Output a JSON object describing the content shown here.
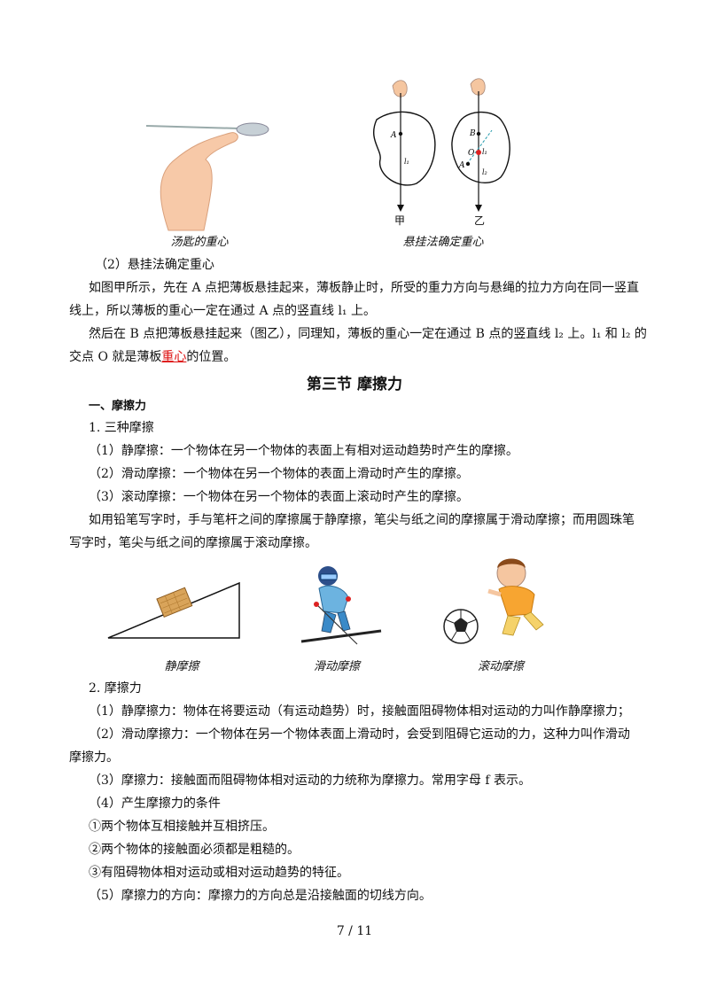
{
  "figures_top": {
    "spoon_caption": "汤匙的重心",
    "hang_caption": "悬挂法确定重心",
    "label_jia": "甲",
    "label_yi": "乙",
    "pt_A": "A",
    "pt_B": "B",
    "pt_O": "O",
    "l1": "l₁",
    "l2": "l₂"
  },
  "section_top": {
    "sub2": "（2）悬挂法确定重心",
    "p1_line1": "如图甲所示，先在 A 点把薄板悬挂起来，薄板静止时，所受的重力方向与悬绳的拉力方向在同一竖直",
    "p1_line2": "线上，所以薄板的重心一定在通过 A 点的竖直线 l₁ 上。",
    "p2_line1_a": "然后在 B 点把薄板悬挂起来（图乙），同理知，薄板的重心一定在通过 B 点的竖直线 l₂ 上。l₁ 和 l₂ 的",
    "p2_line2_a": "交点 O 就是薄板",
    "p2_line2_link": "重心",
    "p2_line2_b": "的位置。"
  },
  "section_title": "第三节  摩擦力",
  "friction": {
    "h1": "一、摩擦力",
    "sub1": "1. 三种摩擦",
    "i1": "（1）静摩擦：一个物体在另一个物体的表面上有相对运动趋势时产生的摩擦。",
    "i2": "（2）滑动摩擦：一个物体在另一个物体的表面上滑动时产生的摩擦。",
    "i3": "（3）滚动摩擦：一个物体在另一个物体的表面上滚动时产生的摩擦。",
    "ex_line1": "如用铅笔写字时，手与笔杆之间的摩擦属于静摩擦，笔尖与纸之间的摩擦属于滑动摩擦；而用圆珠笔",
    "ex_line2": "写字时，笔尖与纸之间的摩擦属于滚动摩擦。",
    "cap_static": "静摩擦",
    "cap_sliding": "滑动摩擦",
    "cap_rolling": "滚动摩擦",
    "sub2": "2. 摩擦力",
    "f1": "（1）静摩擦力：物体在将要运动（有运动趋势）时，接触面阻碍物体相对运动的力叫作静摩擦力；",
    "f2_line1": "（2）滑动摩擦力：一个物体在另一个物体表面上滑动时，会受到阻碍它运动的力，这种力叫作滑动",
    "f2_line2": "摩擦力。",
    "f3": "（3）摩擦力：接触面而阻碍物体相对运动的力统称为摩擦力。常用字母 f 表示。",
    "f4": "（4）产生摩擦力的条件",
    "c1": "①两个物体互相接触并互相挤压。",
    "c2": "②两个物体的接触面必须都是粗糙的。",
    "c3": "③有阻碍物体相对运动或相对运动趋势的特征。",
    "f5": "（5）摩擦力的方向：摩擦力的方向总是沿接触面的切线方向。"
  },
  "page_number": "7 / 11"
}
